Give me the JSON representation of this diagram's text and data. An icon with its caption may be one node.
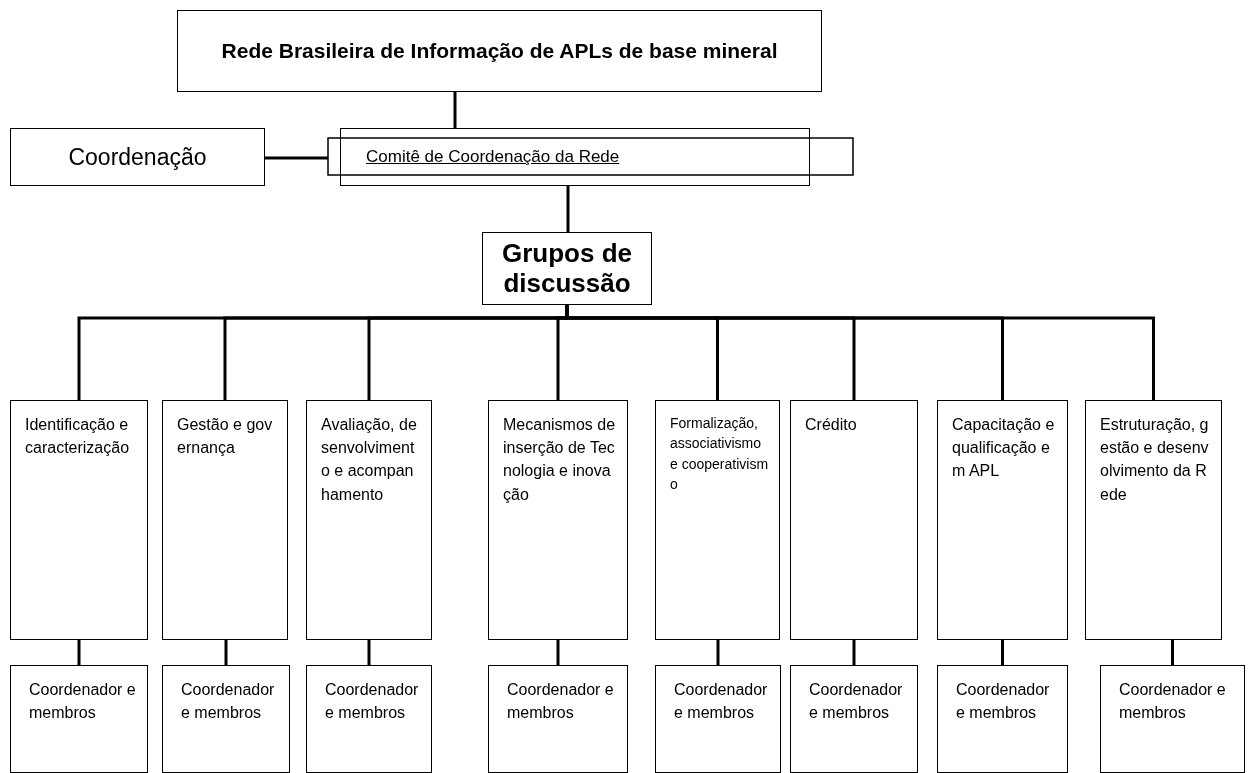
{
  "diagram": {
    "nodes": [
      {
        "text": [
          "Rede Brasileira de Informação de APLs de base mineral"
        ]
      },
      {
        "text": [
          "Coordenação"
        ]
      },
      {
        "text": [
          "Comitê de Coordenação da Rede"
        ]
      },
      {
        "text": [
          "Grupos de discussão"
        ]
      },
      {
        "text": [
          "Identificação e caracterização"
        ]
      },
      {
        "text": [
          "Gestão e governança"
        ]
      },
      {
        "text": [
          "Avaliação, desenvolvimento e acompanhamento"
        ]
      },
      {
        "text": [
          "Mecanismos de inserção de Tecnologia e inovação"
        ]
      },
      {
        "text": [
          "Formalização, associativismo e cooperativismo"
        ]
      },
      {
        "text": [
          "Crédito"
        ]
      },
      {
        "text": [
          "Capacitação e qualificação em APL"
        ]
      },
      {
        "text": [
          "Estruturação, gestão e desenvolvimento da Rede"
        ]
      },
      {
        "text": [
          "Coordenador e membros"
        ]
      },
      {
        "text": [
          "Coordenador e membros"
        ]
      },
      {
        "text": [
          "Coordenador e membros"
        ]
      },
      {
        "text": [
          "Coordenador e membros"
        ]
      },
      {
        "text": [
          "Coordenador e membros"
        ]
      },
      {
        "text": [
          "Coordenador e membros"
        ]
      },
      {
        "text": [
          "Coordenador e membros"
        ]
      },
      {
        "text": [
          "Coordenador e membros"
        ]
      }
    ],
    "edges": [
      {
        "from": 0,
        "to": 2,
        "arrow": "none"
      },
      {
        "from": 1,
        "to": 2,
        "arrow": "none"
      },
      {
        "from": 2,
        "to": 3,
        "arrow": "none"
      },
      {
        "from": 3,
        "to": 4,
        "arrow": "none"
      },
      {
        "from": 3,
        "to": 5,
        "arrow": "none"
      },
      {
        "from": 3,
        "to": 6,
        "arrow": "none"
      },
      {
        "from": 3,
        "to": 7,
        "arrow": "none"
      },
      {
        "from": 3,
        "to": 8,
        "arrow": "none"
      },
      {
        "from": 3,
        "to": 9,
        "arrow": "none"
      },
      {
        "from": 3,
        "to": 10,
        "arrow": "none"
      },
      {
        "from": 3,
        "to": 11,
        "arrow": "none"
      },
      {
        "from": 4,
        "to": 12,
        "arrow": "none"
      },
      {
        "from": 5,
        "to": 13,
        "arrow": "none"
      },
      {
        "from": 6,
        "to": 14,
        "arrow": "none"
      },
      {
        "from": 7,
        "to": 15,
        "arrow": "none"
      },
      {
        "from": 8,
        "to": 16,
        "arrow": "none"
      },
      {
        "from": 9,
        "to": 17,
        "arrow": "none"
      },
      {
        "from": 10,
        "to": 18,
        "arrow": "none"
      },
      {
        "from": 11,
        "to": 19,
        "arrow": "none"
      }
    ]
  }
}
